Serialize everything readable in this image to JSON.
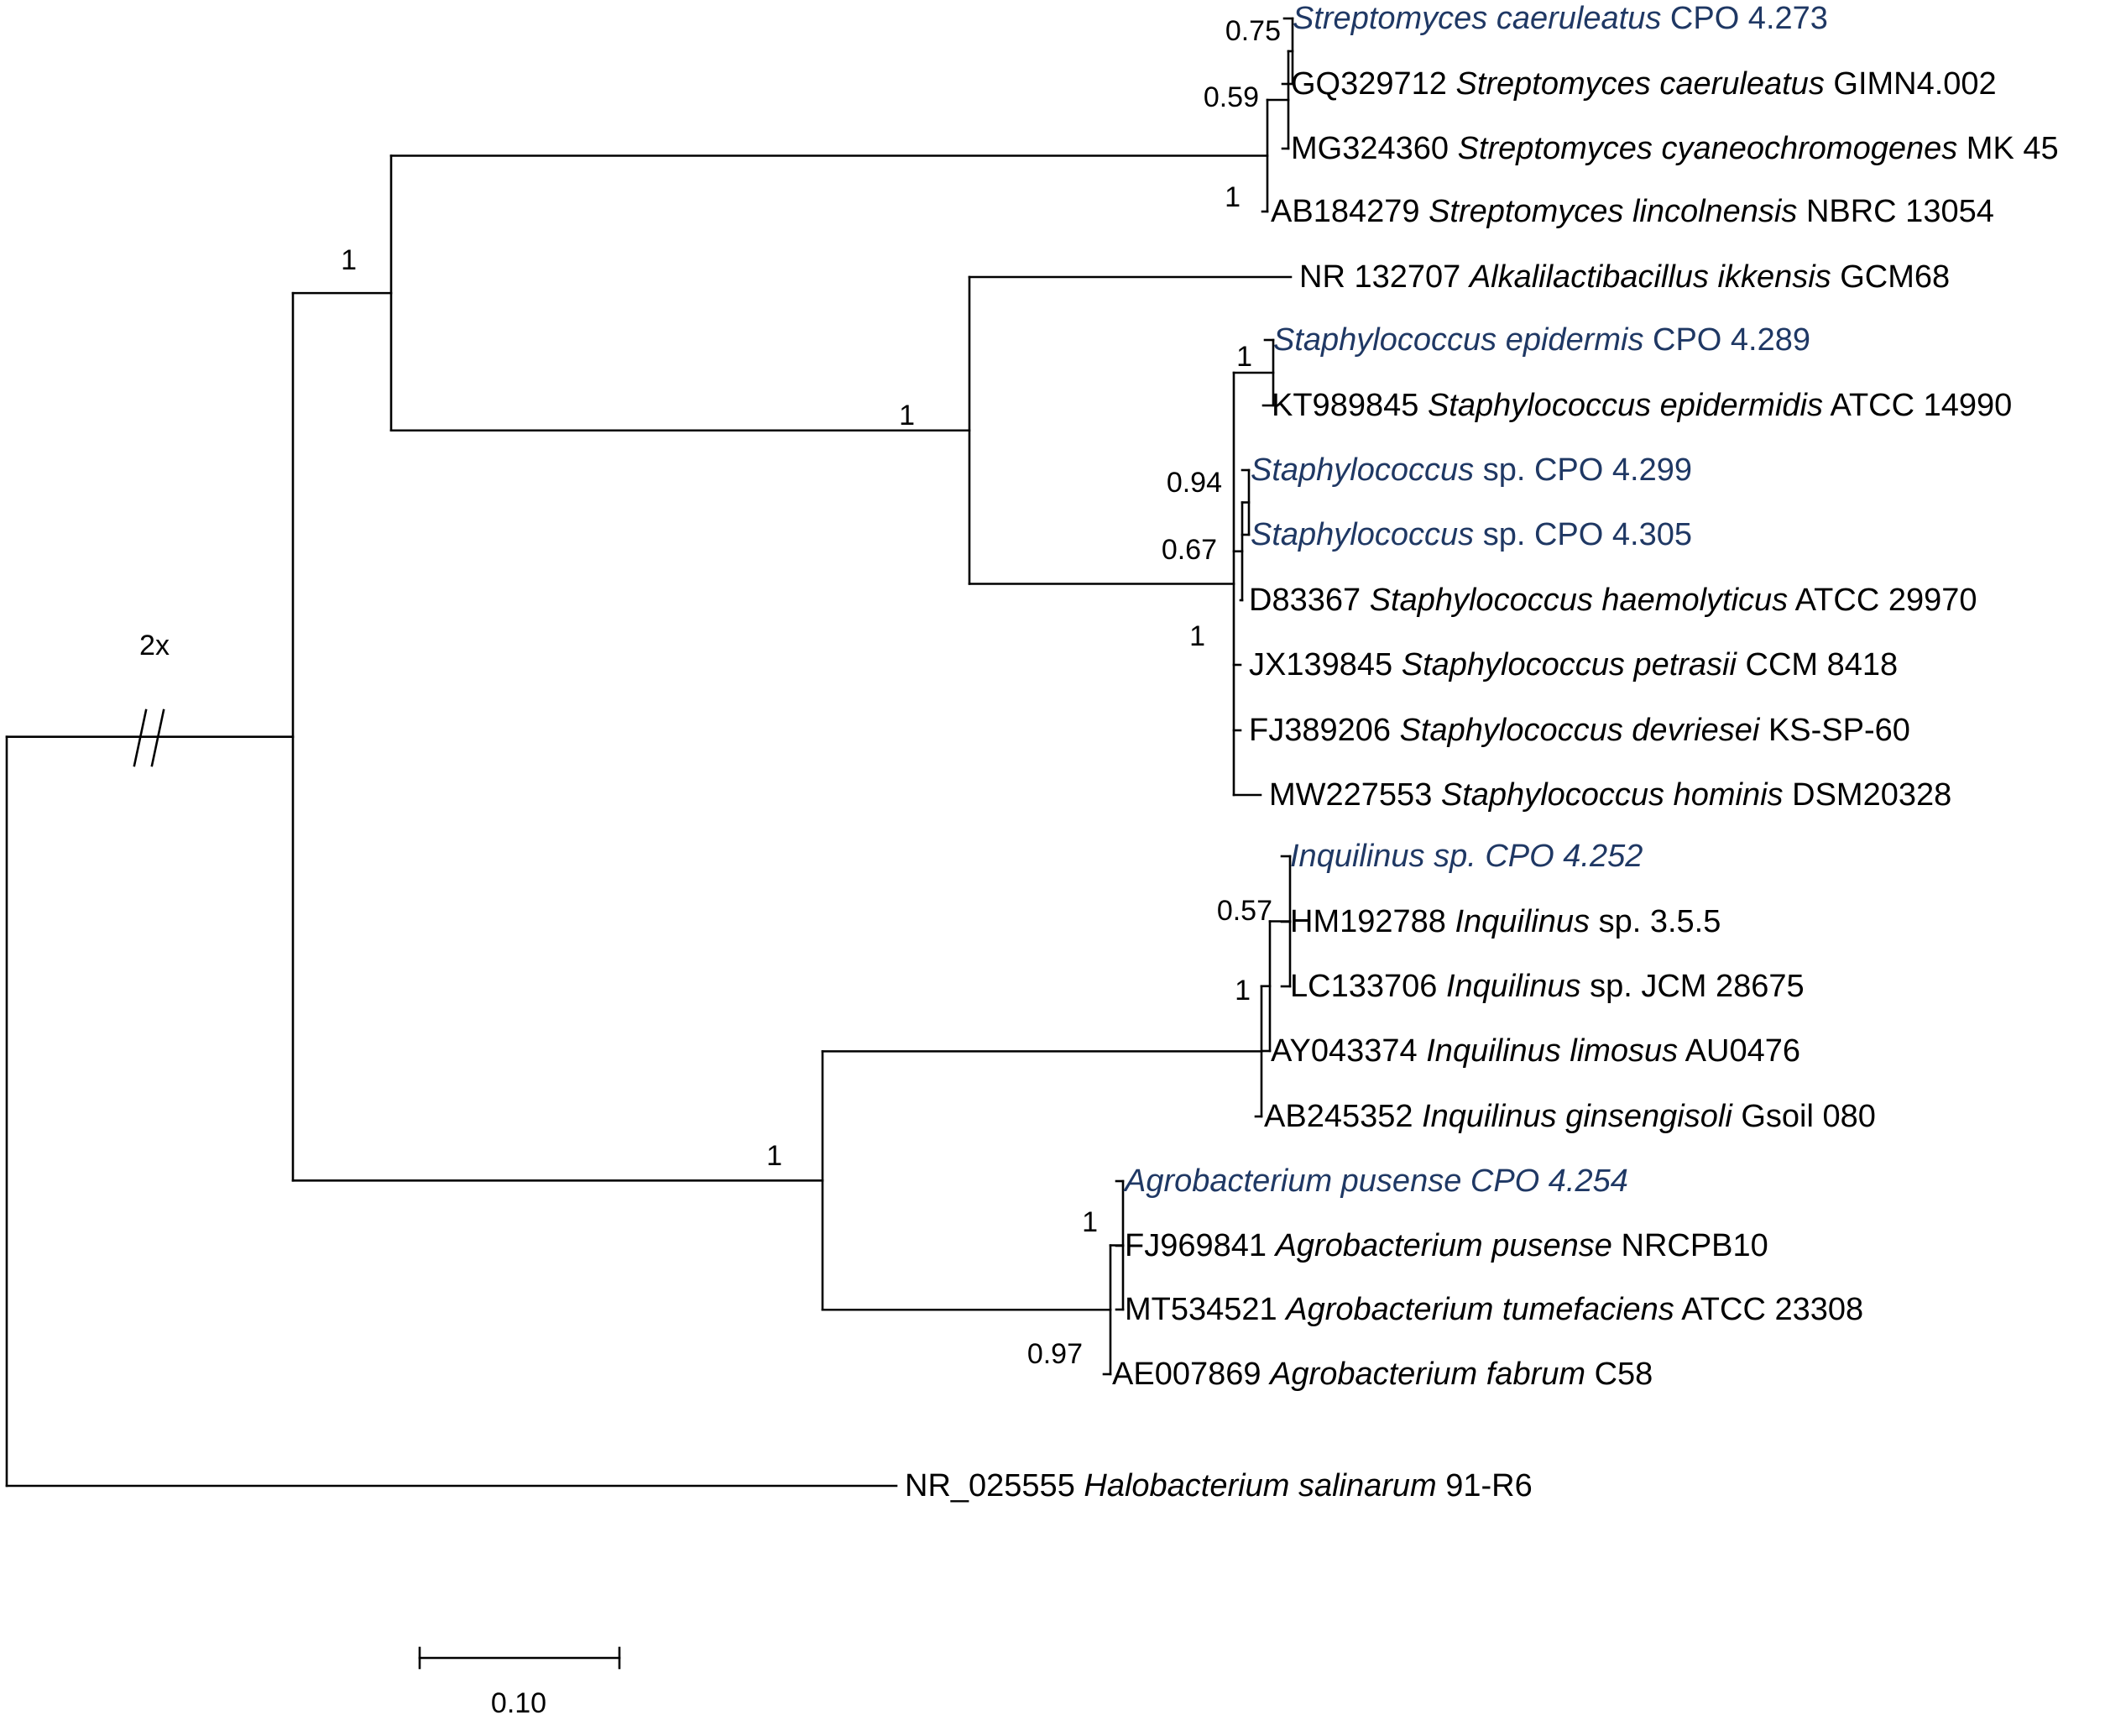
{
  "colors": {
    "line": "#000000",
    "text": "#000000",
    "isolate": "#1f3864"
  },
  "break_label": "2x",
  "scale_bar": {
    "label": "0.10"
  },
  "leaves": [
    {
      "id": "l1",
      "acc": "",
      "genus": "Streptomyces",
      "species": "caeruleatus",
      "strain": "CPO 4.273",
      "isolate": true
    },
    {
      "id": "l2",
      "acc": "GQ329712",
      "genus": "Streptomyces",
      "species": "caeruleatus",
      "strain": "GIMN4.002",
      "isolate": false
    },
    {
      "id": "l3",
      "acc": "MG324360",
      "genus": "Streptomyces",
      "species": "cyaneochromogenes",
      "strain": "MK 45",
      "isolate": false
    },
    {
      "id": "l4",
      "acc": "AB184279",
      "genus": "Streptomyces",
      "species": "lincolnensis",
      "strain": "NBRC 13054",
      "isolate": false
    },
    {
      "id": "l5",
      "acc": "NR 132707",
      "genus": "Alkalilactibacillus",
      "species": "ikkensis",
      "strain": "GCM68",
      "isolate": false
    },
    {
      "id": "l6",
      "acc": "",
      "genus": "Staphylococcus",
      "species": "epidermis",
      "strain": "CPO 4.289",
      "isolate": true
    },
    {
      "id": "l7",
      "acc": "KT989845",
      "genus": "Staphylococcus",
      "species": "epidermidis",
      "strain": "ATCC 14990",
      "isolate": false
    },
    {
      "id": "l8",
      "acc": "",
      "genus": "Staphylococcus",
      "species": "",
      "strain": "sp. CPO 4.299",
      "isolate": true
    },
    {
      "id": "l9",
      "acc": "",
      "genus": "Staphylococcus",
      "species": "",
      "strain": "sp. CPO 4.305",
      "isolate": true
    },
    {
      "id": "l10",
      "acc": "D83367",
      "genus": "Staphylococcus",
      "species": "haemolyticus",
      "strain": "ATCC 29970",
      "isolate": false
    },
    {
      "id": "l11",
      "acc": "JX139845",
      "genus": "Staphylococcus",
      "species": "petrasii",
      "strain": "CCM 8418",
      "isolate": false
    },
    {
      "id": "l12",
      "acc": "FJ389206",
      "genus": "Staphylococcus",
      "species": "devriesei",
      "strain": "KS-SP-60",
      "isolate": false
    },
    {
      "id": "l13",
      "acc": "MW227553",
      "genus": "Staphylococcus",
      "species": "hominis",
      "strain": "DSM20328",
      "isolate": false
    },
    {
      "id": "l14",
      "acc": "",
      "genus": "Inquilinus sp. CPO 4.252",
      "species": "",
      "strain": "",
      "isolate": true
    },
    {
      "id": "l15",
      "acc": "HM192788",
      "genus": "Inquilinus",
      "species": "",
      "strain": "sp. 3.5.5",
      "isolate": false
    },
    {
      "id": "l16",
      "acc": "LC133706",
      "genus": "Inquilinus",
      "species": "",
      "strain": "sp. JCM 28675",
      "isolate": false
    },
    {
      "id": "l17",
      "acc": "AY043374",
      "genus": "Inquilinus",
      "species": "limosus",
      "strain": "AU0476",
      "isolate": false
    },
    {
      "id": "l18",
      "acc": "AB245352",
      "genus": "Inquilinus",
      "species": "ginsengisoli",
      "strain": "Gsoil 080",
      "isolate": false
    },
    {
      "id": "l19",
      "acc": "",
      "genus": "Agrobacterium pusense CPO 4.254",
      "species": "",
      "strain": "",
      "isolate": true
    },
    {
      "id": "l20",
      "acc": "FJ969841",
      "genus": "Agrobacterium",
      "species": "pusense",
      "strain": "NRCPB10",
      "isolate": false
    },
    {
      "id": "l21",
      "acc": "MT534521",
      "genus": "Agrobacterium",
      "species": "tumefaciens",
      "strain": "ATCC 23308",
      "isolate": false
    },
    {
      "id": "l22",
      "acc": "AE007869",
      "genus": "Agrobacterium",
      "species": "fabrum",
      "strain": "C58",
      "isolate": false
    },
    {
      "id": "l23",
      "acc": "NR_025555",
      "genus": "Halobacterium",
      "species": "salinarum",
      "strain": "91-R6",
      "isolate": false
    }
  ],
  "support_values": [
    {
      "node": "n_strep_a",
      "value": "0.75"
    },
    {
      "node": "n_strep_b",
      "value": "0.59"
    },
    {
      "node": "n_strep",
      "value": "1"
    },
    {
      "node": "n_upper",
      "value": "1"
    },
    {
      "node": "n_alk_staph",
      "value": "1"
    },
    {
      "node": "n_epi",
      "value": "1"
    },
    {
      "node": "n_staph_a",
      "value": "0.94"
    },
    {
      "node": "n_staph_b",
      "value": "0.67"
    },
    {
      "node": "n_staph",
      "value": "1"
    },
    {
      "node": "n_inq_a",
      "value": "0.57"
    },
    {
      "node": "n_inq",
      "value": "1"
    },
    {
      "node": "n_lower",
      "value": "1"
    },
    {
      "node": "n_agro_a",
      "value": "1"
    },
    {
      "node": "n_agro",
      "value": "0.97"
    }
  ]
}
